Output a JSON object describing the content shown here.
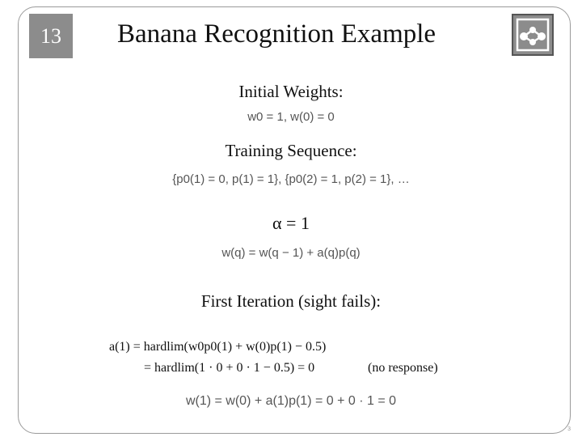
{
  "slide": {
    "number": "13",
    "title": "Banana Recognition Example",
    "page_number": "3"
  },
  "content": {
    "initial_weights_heading": "Initial Weights:",
    "initial_weights_eq": "w0 = 1, w(0) = 0",
    "training_sequence_heading": "Training Sequence:",
    "training_sequence_eq": "{p0(1) = 0, p(1) = 1}, {p0(2) = 1, p(2) = 1}, …",
    "alpha_eq": "α = 1",
    "update_rule_eq": "w(q) = w(q − 1) + a(q)p(q)",
    "first_iteration_heading": "First Iteration (sight fails):",
    "a1_line1": "a(1) = hardlim(w0p0(1) + w(0)p(1) − 0.5)",
    "a1_line2": "= hardlim(1 · 0 + 0 · 1 − 0.5) = 0",
    "no_response": "(no response)",
    "w1_eq": "w(1) = w(0) + a(1)p(1) = 0 + 0 · 1 = 0"
  },
  "icons": {
    "logo": "network-diagram-icon"
  }
}
